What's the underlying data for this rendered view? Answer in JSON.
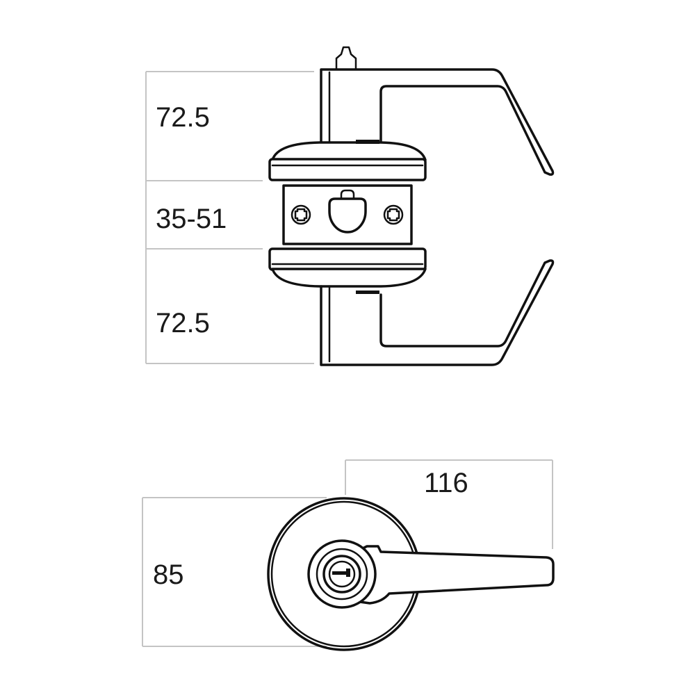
{
  "side_view": {
    "dim_top": "72.5",
    "dim_middle": "35-51",
    "dim_bottom": "72.5"
  },
  "front_view": {
    "dim_width": "116",
    "dim_rose_diameter": "85"
  },
  "colors": {
    "line": "#111111",
    "dimension_line": "#c4c4c4",
    "text": "#1a1a1a",
    "background": "#ffffff"
  }
}
